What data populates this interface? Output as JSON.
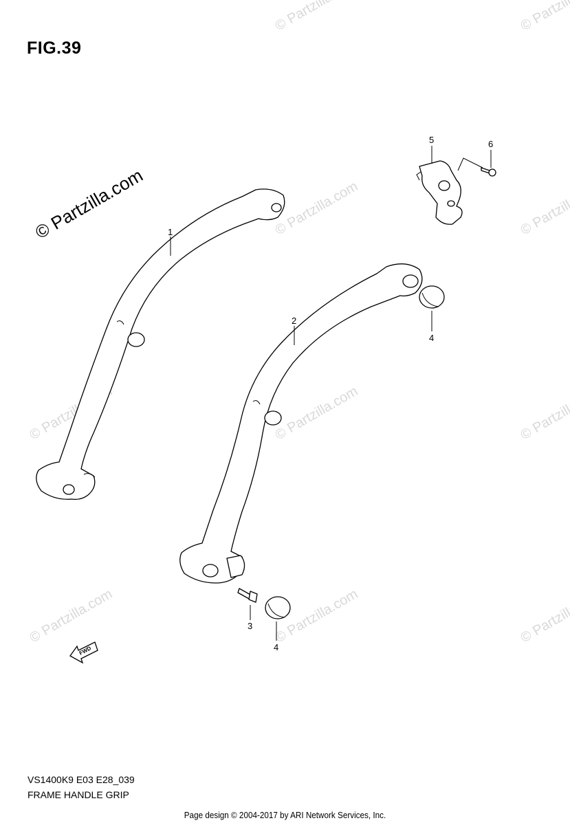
{
  "figure": {
    "title": "FIG.39",
    "code": "VS1400K9 E03 E28_039",
    "caption": "FRAME HANDLE GRIP"
  },
  "callouts": {
    "c1": "1",
    "c2": "2",
    "c3": "3",
    "c4a": "4",
    "c4b": "4",
    "c5": "5",
    "c6": "6"
  },
  "watermark": {
    "text": "© Partzilla.com",
    "color": "#d9d9d9"
  },
  "fwd_label": "FWD",
  "footer": "Page design © 2004-2017 by ARI Network Services, Inc."
}
